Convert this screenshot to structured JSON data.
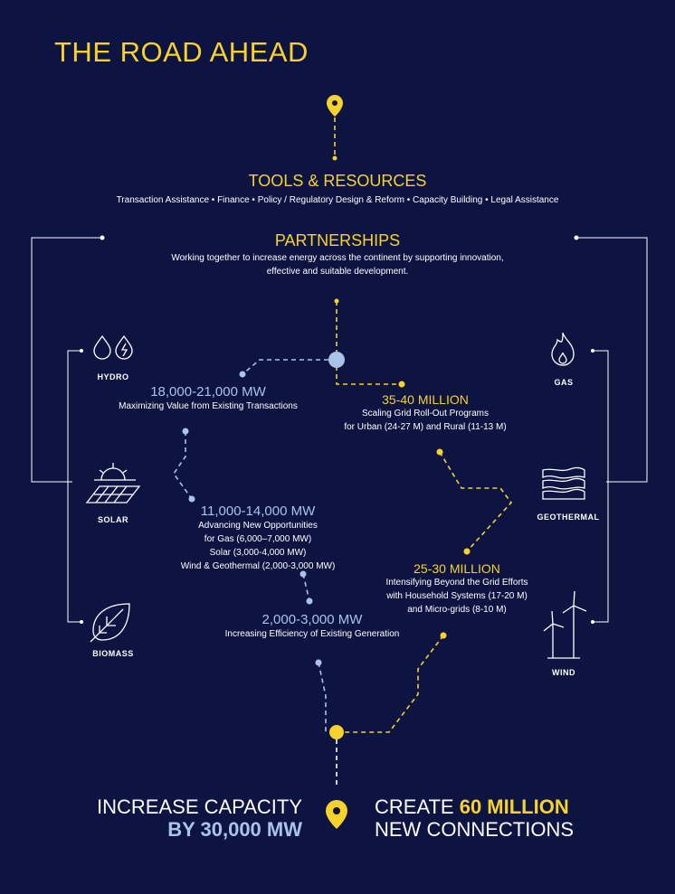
{
  "title": "THE ROAD AHEAD",
  "tools": {
    "heading": "TOOLS & RESOURCES",
    "items": "Transaction Assistance • Finance • Policy / Regulatory Design & Reform • Capacity Building • Legal Assistance"
  },
  "partnerships": {
    "heading": "PARTNERSHIPS",
    "line1": "Working together to increase energy across the continent by supporting innovation,",
    "line2": "effective and suitable development."
  },
  "sources": {
    "hydro": "HYDRO",
    "solar": "SOLAR",
    "biomass": "BIOMASS",
    "gas": "GAS",
    "geothermal": "GEOTHERMAL",
    "wind": "WIND"
  },
  "capacity": [
    {
      "value": "18,000-21,000 MW",
      "lines": [
        "Maximizing Value from Existing Transactions"
      ]
    },
    {
      "value": "11,000-14,000 MW",
      "lines": [
        "Advancing New Opportunities",
        "for Gas (6,000–7,000 MW)",
        "Solar (3,000-4,000 MW)",
        "Wind & Geothermal (2,000-3,000 MW)"
      ]
    },
    {
      "value": "2,000-3,000 MW",
      "lines": [
        "Increasing Efficiency of Existing Generation"
      ]
    }
  ],
  "connections": [
    {
      "value": "35-40 MILLION",
      "lines": [
        "Scaling Grid Roll-Out Programs",
        "for Urban (24-27 M) and Rural (11-13 M)"
      ]
    },
    {
      "value": "25-30 MILLION",
      "lines": [
        "Intensifying Beyond the Grid Efforts",
        "with Household Systems (17-20 M)",
        "and Micro-grids (8-10 M)"
      ]
    }
  ],
  "footer": {
    "left1": "INCREASE CAPACITY",
    "left2": "BY 30,000 MW",
    "right1a": "CREATE ",
    "right1b": "60 MILLION",
    "right2": "NEW CONNECTIONS"
  },
  "colors": {
    "background": "#0e1442",
    "yellow": "#f6d22a",
    "blue": "#a9c3e9"
  }
}
